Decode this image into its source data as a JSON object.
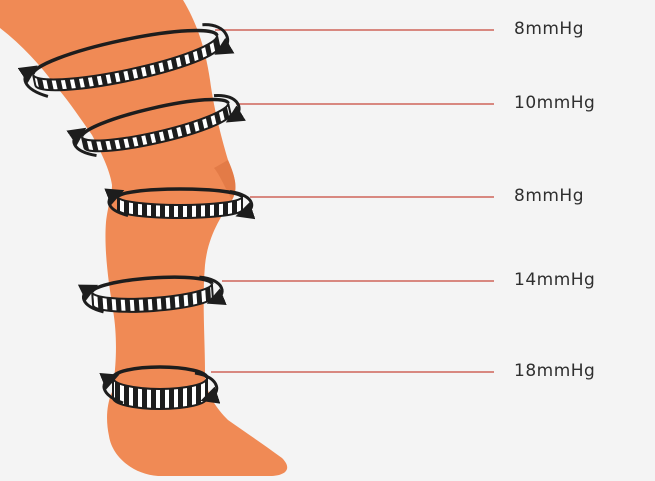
{
  "colors": {
    "background": "#f4f4f4",
    "leg": "#f08a55",
    "leg_shadow": "#d96f3c",
    "band_dark": "#1d1d1d",
    "band_light": "#ffffff",
    "leader_line": "#c8473a",
    "label_text": "#2f2f2f"
  },
  "bands": [
    {
      "id": "thigh-upper",
      "pressure": "8mmHg"
    },
    {
      "id": "thigh-lower",
      "pressure": "10mmHg"
    },
    {
      "id": "knee",
      "pressure": "8mmHg"
    },
    {
      "id": "calf",
      "pressure": "14mmHg"
    },
    {
      "id": "ankle",
      "pressure": "18mmHg"
    }
  ],
  "icons": {
    "band": "compression-band-icon",
    "arrow": "rotation-arrow-icon"
  }
}
